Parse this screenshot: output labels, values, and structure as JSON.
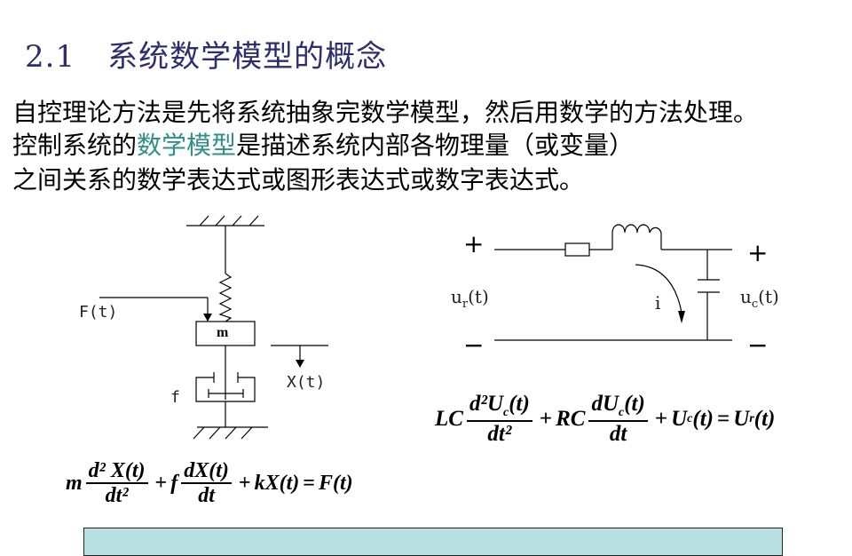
{
  "slide": {
    "section_number": "2.1",
    "title": "系统数学模型的概念",
    "paragraph": {
      "line1": "自控理论方法是先将系统抽象完数学模型，然后用数学的方法处理。",
      "line2_before": "控制系统的",
      "line2_highlight": "数学模型",
      "line2_after": "是描述系统内部各物理量（或变量）",
      "line3": "之间关系的数学表达式或图形表达式或数字表达式。"
    },
    "colors": {
      "title": "#2e2e6e",
      "highlight": "#2f8f8a",
      "bottom_box": "#b9e0e2"
    }
  },
  "mechanical_diagram": {
    "force_label": "F(t)",
    "mass_label": "m",
    "damper_label": "f",
    "displacement_label": "X(t)"
  },
  "mechanical_equation": {
    "coef_m": "m",
    "term1_num": "d² X(t)",
    "term1_den": "dt²",
    "plus1": "+",
    "coef_f": "f",
    "term2_num": "dX(t)",
    "term2_den": "dt",
    "plus2": "+",
    "term3": "kX(t)",
    "equals": "=",
    "rhs": "F(t)"
  },
  "circuit_diagram": {
    "input_plus": "+",
    "input_minus": "−",
    "input_label": "u",
    "input_sub": "r",
    "input_arg": "(t)",
    "output_plus": "+",
    "output_minus": "−",
    "output_label": "u",
    "output_sub": "c",
    "output_arg": "(t)",
    "current_label": "i"
  },
  "circuit_equation": {
    "coef1": "LC",
    "term1_num": "d²U",
    "term1_num_sub": "c",
    "term1_num_arg": "(t)",
    "term1_den": "dt²",
    "plus1": "+",
    "coef2": "RC",
    "term2_num": "dU",
    "term2_num_sub": "c",
    "term2_num_arg": "(t)",
    "term2_den": "dt",
    "plus2": "+",
    "term3": "U",
    "term3_sub": "c",
    "term3_arg": "(t)",
    "equals": "=",
    "rhs": "U",
    "rhs_sub": "r",
    "rhs_arg": "(t)"
  }
}
